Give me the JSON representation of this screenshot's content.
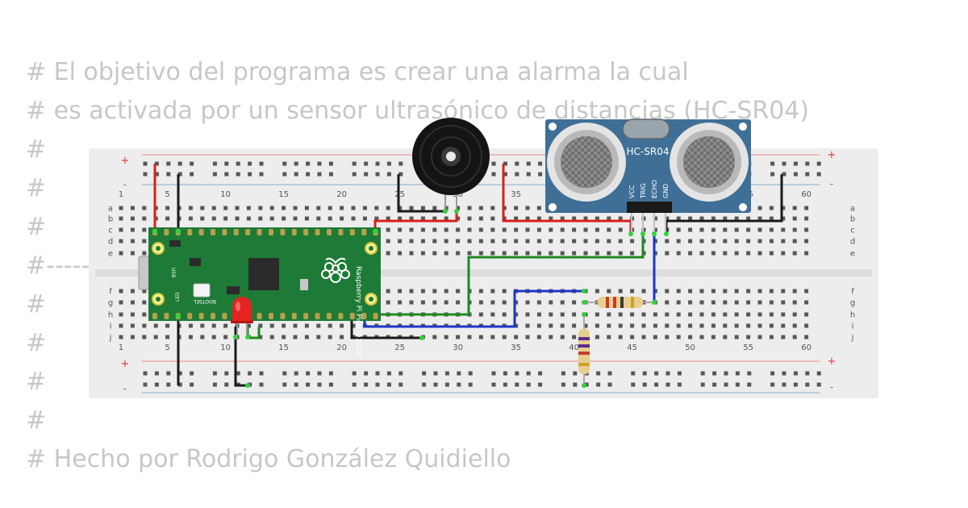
{
  "code_comments": [
    "# El objetivo del programa es crear una alarma la cual",
    "# es activada por un sensor ultrasónico de distancias (HC-SR04)",
    "#",
    "#",
    "#",
    "#-------",
    "#",
    "#",
    "#",
    "#",
    "# Hecho por Rodrigo González Quidiello"
  ],
  "breadboard": {
    "column_numbers": [
      "1",
      "5",
      "10",
      "15",
      "20",
      "25",
      "30",
      "35",
      "40",
      "45",
      "50",
      "55",
      "60"
    ],
    "row_letters_top": [
      "a",
      "b",
      "c",
      "d",
      "e"
    ],
    "row_letters_bottom": [
      "f",
      "g",
      "h",
      "i",
      "j"
    ],
    "plus_sign": "+",
    "minus_sign": "-"
  },
  "sensor": {
    "model": "HC-SR04",
    "pins": [
      "VCC",
      "TRIG",
      "ECHO",
      "GND"
    ]
  },
  "pico": {
    "silkscreen": "Raspberry Pi Pico ©2020",
    "bootsel_label": "BOOTSEL",
    "usb_label": "USB",
    "led_label": "LED"
  },
  "colors": {
    "wire_red": "#d8201b",
    "wire_black": "#1a1a1a",
    "wire_green": "#1f8a22",
    "wire_blue": "#1d35c8",
    "pcb_green": "#1e7a37",
    "sensor_blue": "#3f6f96",
    "breadboard": "#ededed"
  }
}
